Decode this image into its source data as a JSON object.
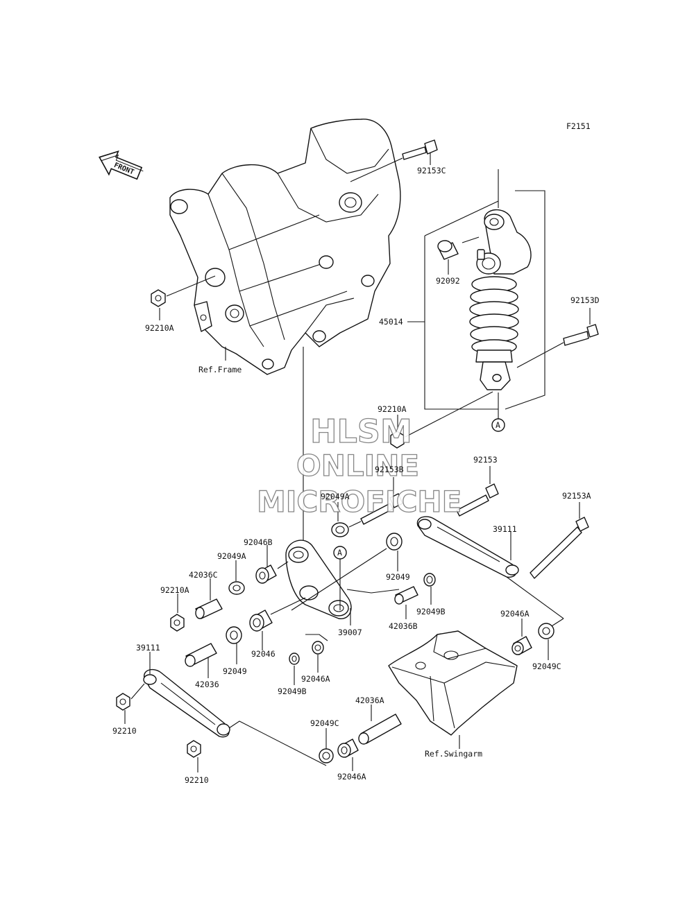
{
  "diagram_code": "F2151",
  "front_badge": "FRONT",
  "watermark": {
    "line1": "HLSM",
    "line2": "ONLINE",
    "line3": "MICROFICHE"
  },
  "reference_marker": "A",
  "references": {
    "frame": "Ref.Frame",
    "swingarm": "Ref.Swingarm"
  },
  "part_labels": [
    {
      "id": "p92153C",
      "text": "92153C"
    },
    {
      "id": "p92092",
      "text": "92092"
    },
    {
      "id": "p45014",
      "text": "45014"
    },
    {
      "id": "p92153D",
      "text": "92153D"
    },
    {
      "id": "p92210A_top",
      "text": "92210A"
    },
    {
      "id": "p92210A_mid",
      "text": "92210A"
    },
    {
      "id": "p92153B",
      "text": "92153B"
    },
    {
      "id": "p92153",
      "text": "92153"
    },
    {
      "id": "p92153A",
      "text": "92153A"
    },
    {
      "id": "p92049A_a",
      "text": "92049A"
    },
    {
      "id": "p39111_r",
      "text": "39111"
    },
    {
      "id": "p92046B",
      "text": "92046B"
    },
    {
      "id": "p92049A_b",
      "text": "92049A"
    },
    {
      "id": "p42036C",
      "text": "42036C"
    },
    {
      "id": "p92210A_low",
      "text": "92210A"
    },
    {
      "id": "p92049_r",
      "text": "92049"
    },
    {
      "id": "p92049B_r",
      "text": "92049B"
    },
    {
      "id": "p42036B",
      "text": "42036B"
    },
    {
      "id": "p39007",
      "text": "39007"
    },
    {
      "id": "p92046",
      "text": "92046"
    },
    {
      "id": "p92046A_m",
      "text": "92046A"
    },
    {
      "id": "p92049B_m",
      "text": "92049B"
    },
    {
      "id": "p39111_l",
      "text": "39111"
    },
    {
      "id": "p42036",
      "text": "42036"
    },
    {
      "id": "p92049_l",
      "text": "92049"
    },
    {
      "id": "p92046A_r",
      "text": "92046A"
    },
    {
      "id": "p92049C_r",
      "text": "92049C"
    },
    {
      "id": "p42036A",
      "text": "42036A"
    },
    {
      "id": "p92210_a",
      "text": "92210"
    },
    {
      "id": "p92049C_b",
      "text": "92049C"
    },
    {
      "id": "p92046A_b",
      "text": "92046A"
    },
    {
      "id": "p92210_b",
      "text": "92210"
    }
  ]
}
